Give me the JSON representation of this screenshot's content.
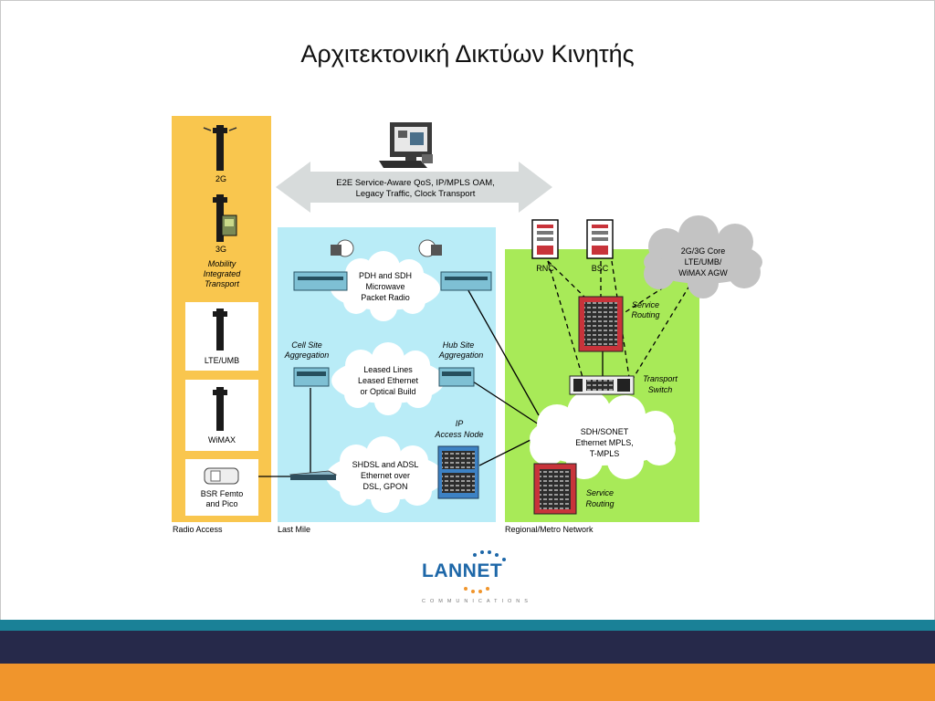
{
  "slide": {
    "title": "Αρχιτεκτονική Δικτύων Κινητής"
  },
  "diagram": {
    "banner": {
      "line1": "E2E Service-Aware QoS, IP/MPLS OAM,",
      "line2": "Legacy Traffic, Clock Transport"
    },
    "radio_access": {
      "label_2g": "2G",
      "label_3g": "3G",
      "mobility_line1": "Mobility",
      "mobility_line2": "Integrated",
      "mobility_line3": "Transport",
      "label_lte": "LTE/UMB",
      "label_wimax": "WiMAX",
      "bsr_line1": "BSR Femto",
      "bsr_line2": "and Pico",
      "section_label": "Radio Access"
    },
    "last_mile": {
      "pdh_line1": "PDH and SDH",
      "pdh_line2": "Microwave",
      "pdh_line3": "Packet Radio",
      "cell_site_line1": "Cell Site",
      "cell_site_line2": "Aggregation",
      "hub_site_line1": "Hub Site",
      "hub_site_line2": "Aggregation",
      "leased_line1": "Leased Lines",
      "leased_line2": "Leased Ethernet",
      "leased_line3": "or Optical Build",
      "ip_line1": "IP",
      "ip_line2": "Access Node",
      "shdsl_line1": "SHDSL and ADSL",
      "shdsl_line2": "Ethernet over",
      "shdsl_line3": "DSL, GPON",
      "section_label": "Last Mile"
    },
    "regional": {
      "rnc": "RNC",
      "bsc": "BSC",
      "core_line1": "2G/3G Core",
      "core_line2": "LTE/UMB/",
      "core_line3": "WiMAX AGW",
      "service_routing_line1": "Service",
      "service_routing_line2": "Routing",
      "transport_line1": "Transport",
      "transport_line2": "Switch",
      "sdh_line1": "SDH/SONET",
      "sdh_line2": "Ethernet MPLS,",
      "sdh_line3": "T-MPLS",
      "service_routing2_line1": "Service",
      "service_routing2_line2": "Routing",
      "section_label": "Regional/Metro Network"
    },
    "colors": {
      "radio_bg": "#f9c64e",
      "last_mile_bg": "#b9ecf7",
      "regional_bg": "#a8ea58",
      "router_red": "#c8333a"
    }
  },
  "logo": {
    "name": "LANNET",
    "subtitle": "COMMUNICATIONS"
  }
}
